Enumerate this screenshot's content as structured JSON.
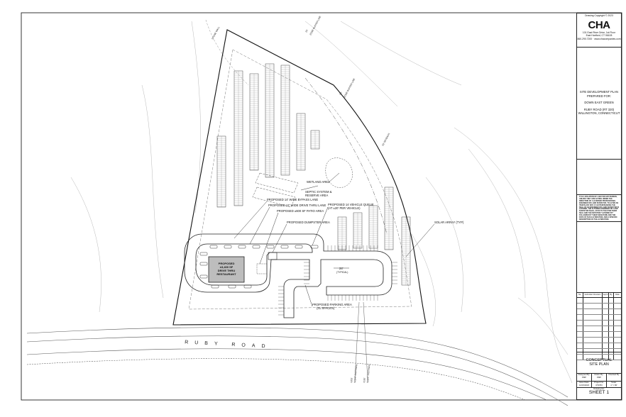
{
  "titleblock": {
    "copyright": "Drawing Copyright © 2023",
    "logo": "CHA",
    "address_line1": "101 East River Drive, 1st Floor",
    "address_line2": "East Hartford, CT 06108",
    "address_line3": "860.290.7200 · www.chacompanies.com",
    "project_title_1": "SITE DEVELOPMENT PLAN",
    "project_title_2": "PREPARED FOR:",
    "client": "DOWN EAST GREEN",
    "location_1": "RUBY ROAD (RT 320)",
    "location_2": "WILLINGTON, CONNECTICUT",
    "notice": "IT IS A VIOLATION OF LAW FOR ANY PERSON, UNLESS THEY ARE ACTING UNDER THE DIRECTION OF A LICENSED PROFESSIONAL ENGINEER OR LAND SURVEYOR, TO ALTER AN ITEM IN ANY WAY. IF AN ITEM BEARING THE SEAL OF AN ENGINEER OR LAND SURVEYOR IS ALTERED, THE ALTERING ENGINEER OR LAND SURVEYOR SHALL AFFIX TO THE ITEM THEIR SEAL AND THE NOTATION \"ALTERED BY\" FOLLOWED BY THEIR SIGNATURE AND THE DATE OF SUCH ALTERATION, AND A SPECIFIC DESCRIPTION OF THE ALTERATION.",
    "rev_headers": [
      "No.",
      "Submittal / Revision",
      "App'd",
      "By",
      "Date"
    ],
    "sheet_title_1": "CONCEPTUAL",
    "sheet_title_2": "SITE PLAN",
    "designed_by_label": "Designed By:",
    "designed_by": "PMP",
    "drawn_by_label": "Drawn By:",
    "drawn_by": "PMP",
    "checked_by_label": "Checked By:",
    "checked_by": "",
    "issue_date_label": "Issue Date:",
    "issue_date": "12/15/2023",
    "project_no_label": "Project No:",
    "project_no": "079783",
    "scale_label": "Scale:",
    "scale": "1\" = 80'",
    "drawing_no_label": "Drawing No:",
    "sheet": "SHEET 1"
  },
  "plan": {
    "road_label": "RUBY ROAD",
    "callouts": {
      "wetland": "WETLAND AREA",
      "septic_1": "SEPTIC SYSTEM &",
      "septic_2": "RESERVE AREA",
      "bypass": "PROPOSED 14' WIDE BYPASS LANE",
      "drivethru": "PROPOSED 12' WIDE DRIVE THRU LANE",
      "patio": "PROPOSED ±600 SF PATIO AREA",
      "dumpster": "PROPOSED DUMPSTER AREA",
      "queue_1": "PROPOSED 14 VEHICLE QUEUE",
      "queue_2": "(AT ±20' PER VEHICLE)",
      "solar": "SOLAR ARRAY (TYP)",
      "building_1": "PROPOSED",
      "building_2": "±3,400 SF",
      "building_3": "DRIVE THRU",
      "building_4": "RESTAURANT",
      "parking_1": "PROPOSED PARKING AREA",
      "parking_2": "(31 SPACES)",
      "dim": "24'",
      "dim_sub": "(TYPICAL)",
      "sight_left_1": "±200'",
      "sight_left_2": "SIGHT DISTANCE",
      "sight_right_1": "±150'",
      "sight_right_2": "SIGHT DISTANCE",
      "zone_top_1": "25'",
      "zone_top_2": "ZONE BUFFER LINE",
      "zone_right_1": "50'",
      "zone_right_2": "ZONE BUFFER LINE",
      "setback": "50' SETBACK",
      "stonewall": "STONE WALL"
    }
  }
}
